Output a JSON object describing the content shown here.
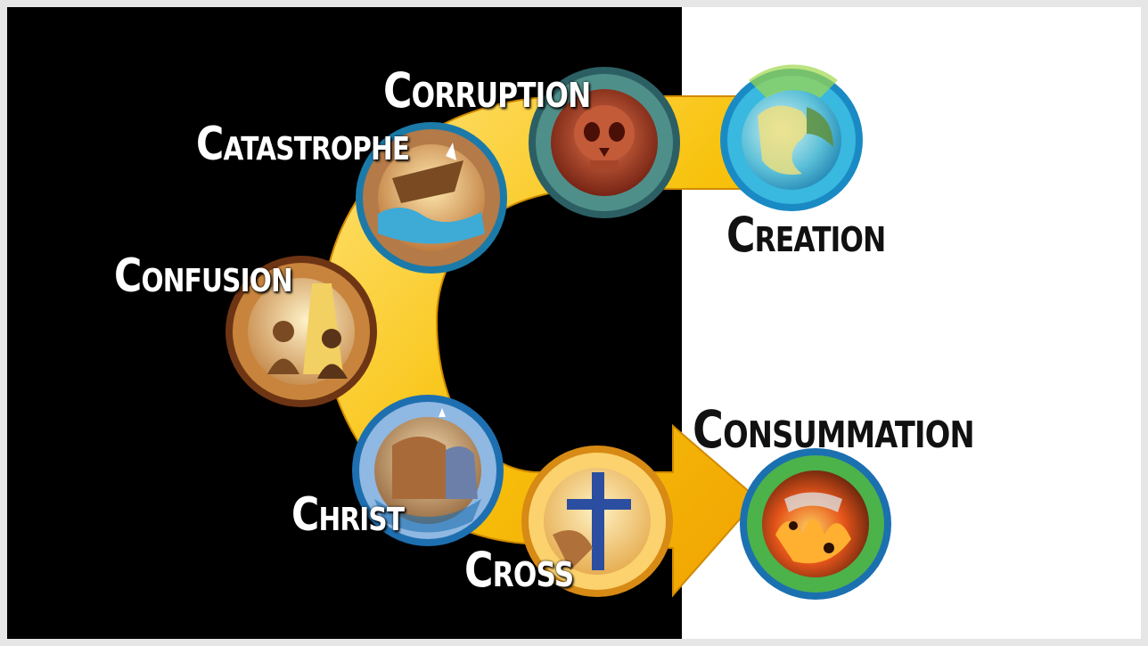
{
  "diagram": {
    "stages": [
      {
        "id": "creation",
        "label": "Creation",
        "icon": "earth-icon"
      },
      {
        "id": "corruption",
        "label": "Corruption",
        "icon": "skull-icon"
      },
      {
        "id": "catastrophe",
        "label": "Catastrophe",
        "icon": "flood-ark-icon"
      },
      {
        "id": "confusion",
        "label": "Confusion",
        "icon": "tower-of-babel-icon"
      },
      {
        "id": "christ",
        "label": "Christ",
        "icon": "nativity-icon"
      },
      {
        "id": "cross",
        "label": "Cross",
        "icon": "cross-icon"
      },
      {
        "id": "consummation",
        "label": "Consummation",
        "icon": "fire-new-earth-icon"
      }
    ],
    "colors": {
      "left_background": "#000000",
      "right_background": "#ffffff",
      "arrow": "#f6b400",
      "arrow_light": "#ffd84a"
    }
  }
}
